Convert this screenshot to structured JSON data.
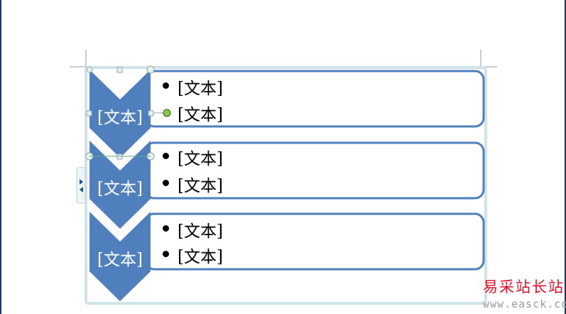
{
  "smartart": {
    "rows": [
      {
        "title": "[文本]",
        "bullets": [
          "[文本]",
          "[文本]"
        ]
      },
      {
        "title": "[文本]",
        "bullets": [
          "[文本]",
          "[文本]"
        ]
      },
      {
        "title": "[文本]",
        "bullets": [
          "[文本]",
          "[文本]"
        ]
      }
    ],
    "colors": {
      "chevron": "#4f7fbd",
      "border": "#4f7fbd",
      "frame": "#cfe3e8"
    }
  },
  "watermark": {
    "title": "易采站长站",
    "url": "www.easck.com"
  }
}
